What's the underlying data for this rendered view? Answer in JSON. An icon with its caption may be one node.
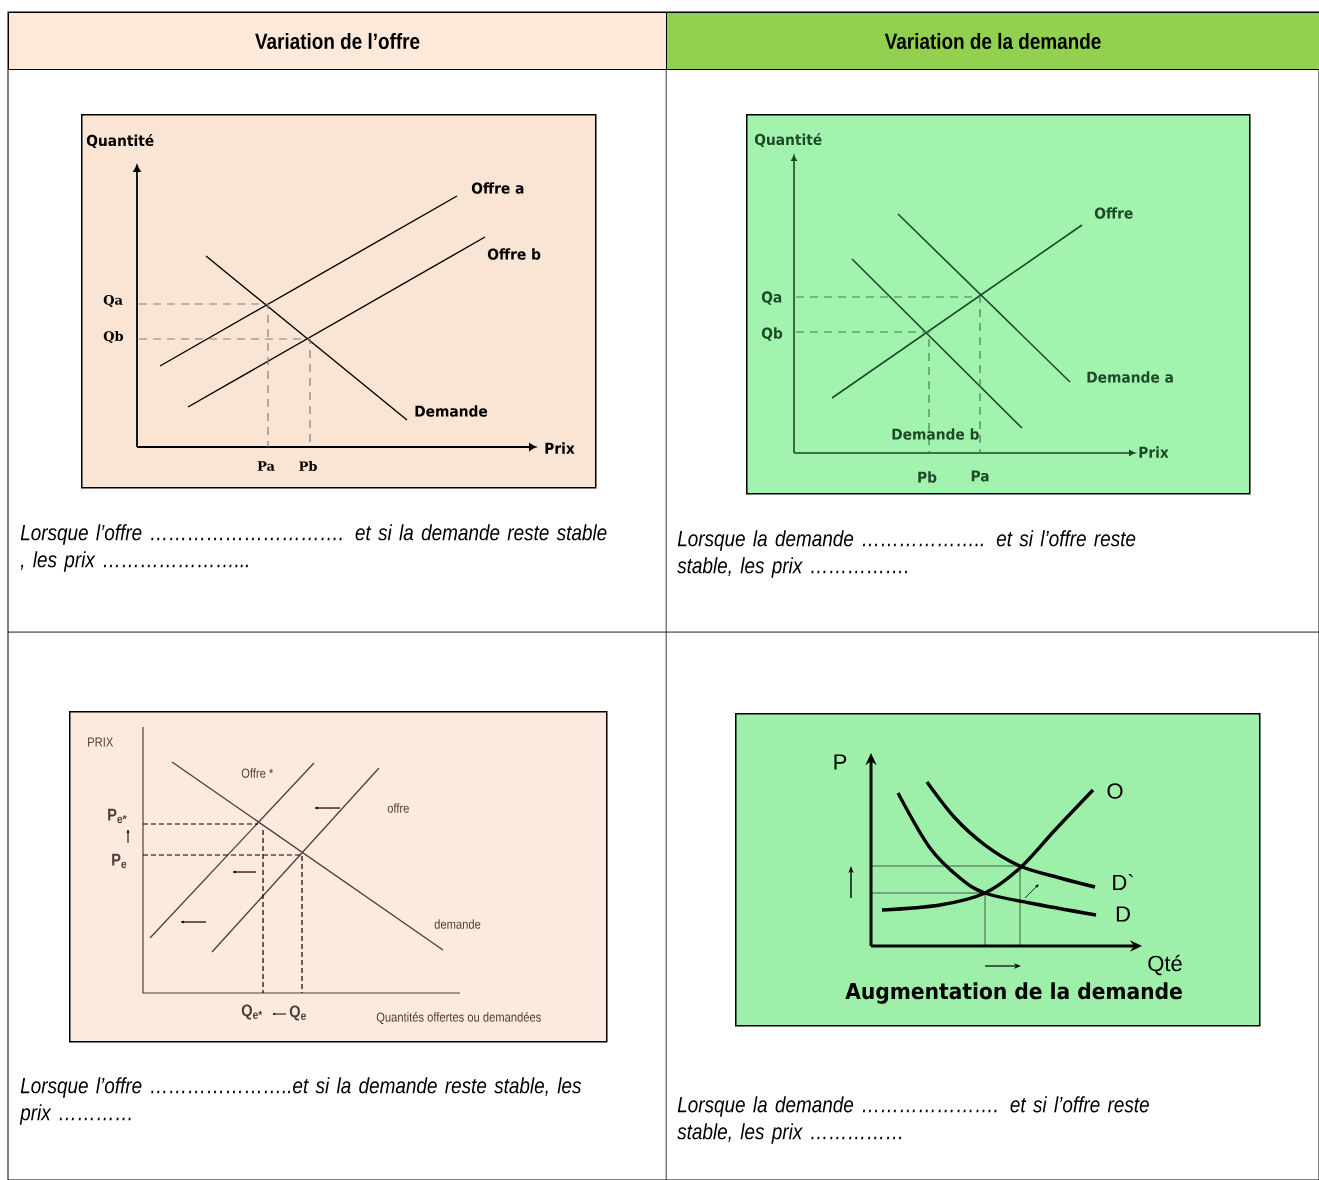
{
  "diagram": {
    "nodes": [
      {
        "text": [
          "Variation de l’offre"
        ]
      },
      {
        "text": [
          "Variation de la demande"
        ]
      },
      {
        "text": [
          "Quantité",
          "Offre a",
          "Offre b",
          "Qa",
          "Qb",
          "Demande",
          "Prix",
          "Pa",
          "Pb"
        ]
      },
      {
        "text": [
          "Quantité",
          "Offre",
          "Qa",
          "Qb",
          "Demande a",
          "Demande b",
          "Prix",
          "Pb",
          "Pa"
        ]
      },
      {
        "text": [
          "PRIX",
          "Offre *",
          "P$_{e*}$",
          "offre",
          "P$_{e}$",
          "demande",
          "Q$_{e*}$",
          "Q$_{e}$",
          "Quantités offertes ou demandées"
        ]
      },
      {
        "text": [
          "P",
          "O",
          "D`",
          "D",
          "Qté",
          "Augmentation de la demande"
        ]
      }
    ],
    "labels": [
      "Lorsque l’offre …………………………. et si la demande reste stable , les prix …………………...",
      "Lorsque la demande ……………….. et si l’offre reste stable, les prix …………….",
      "Lorsque l’offre …………………..et si la demande reste stable, les prix …………",
      "Lorsque la demande …………………. et si l’offre reste stable, les prix ……………"
    ]
  }
}
